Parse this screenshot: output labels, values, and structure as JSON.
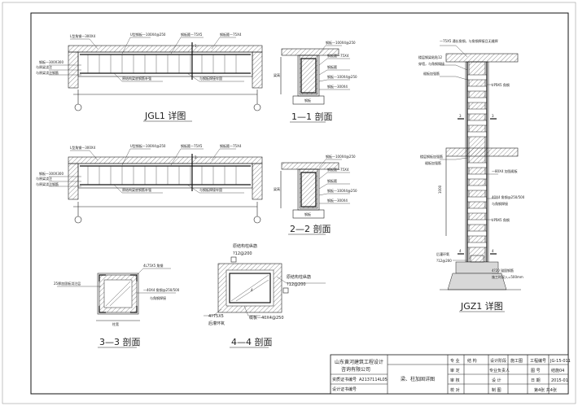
{
  "titles": {
    "jgl1": "JGL1 详图",
    "sec11": "1—1 剖面",
    "sec22": "2—2 剖面",
    "sec33": "3—3 剖面",
    "sec44": "4—4 剖面",
    "jgz1": "JGZ1 详图"
  },
  "annotations": {
    "angle_top": "—75X5 通长角钢，与角钢焊接且无缝焊",
    "plate_mid": "40X4 角钢@250/500",
    "plate_mid2": "—80X4 加强缀板",
    "l75": "L75X5 角钢",
    "seal": "灌浆料",
    "d1000": "1000",
    "sec3_angle": "4L75X5 角钢",
    "sec3_plate": "25厚加固板浇注层",
    "sec3_batten": "—40X4 角钢@250/500",
    "sec3_weld": "与角钢焊接",
    "sec4_anchor": "原结构柱纵筋",
    "sec4_bar": "?12@200",
    "sec4_anchor2": "原结构柱纵筋",
    "sec4_bar2": "?12@200",
    "sec4_angle": "4?75X5",
    "sec4_weld": "后灌环氧",
    "sec4_batten": "缀板—40X4@250",
    "lbl_l2": "L2",
    "lbl_l1": "L1"
  },
  "title_block": {
    "company_line1": "山东黄河建筑工程设计",
    "company_line2": "咨询有限公司",
    "cert_label": "资质证书编号",
    "cert_no": "A2137114L05",
    "approve_label": "设计证书编号",
    "drawing_title": "梁、柱加固详图",
    "r1": [
      "专 业",
      "结 构",
      "设计阶段",
      "施工图"
    ],
    "r2": [
      "审 定",
      "",
      "专业负责人",
      ""
    ],
    "r3": [
      "审 核",
      "",
      "设 计",
      ""
    ],
    "r4": [
      "校 对",
      "",
      "制 图",
      ""
    ],
    "project_label": "工程编号",
    "project_no": "JG-15-011",
    "figno_label": "图 号",
    "figno": "结施04",
    "date_label": "日 期",
    "date": "2015-01",
    "sheet": "第4张 共4张"
  }
}
